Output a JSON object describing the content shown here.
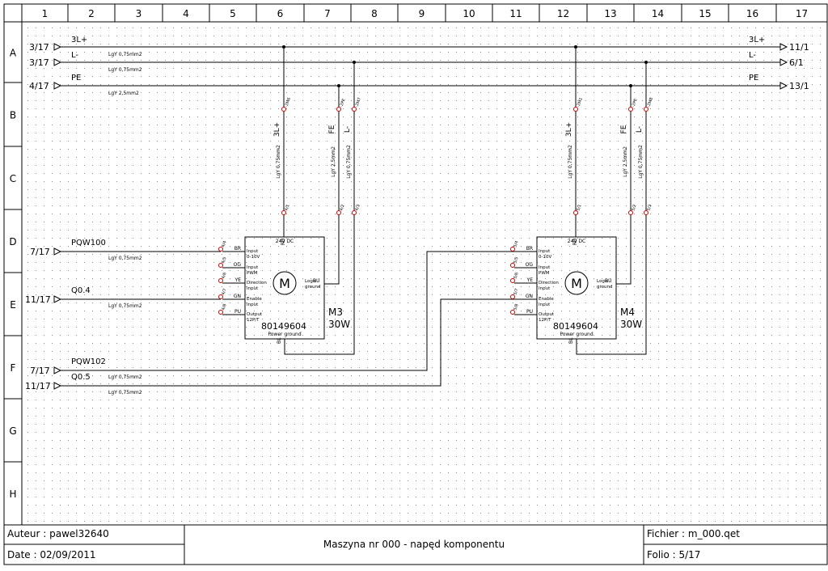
{
  "columns": [
    "1",
    "2",
    "3",
    "4",
    "5",
    "6",
    "7",
    "8",
    "9",
    "10",
    "11",
    "12",
    "13",
    "14",
    "15",
    "16",
    "17"
  ],
  "rows": [
    "A",
    "B",
    "C",
    "D",
    "E",
    "F",
    "G",
    "H"
  ],
  "rails": {
    "l3_plus": {
      "in_ref": "3/17",
      "label": "3L+",
      "out_ref": "11/1",
      "cable": "LgY 0,75mm2"
    },
    "l_minus": {
      "in_ref": "3/17",
      "label": "L-",
      "out_ref": "6/1",
      "cable": "LgY 0,75mm2"
    },
    "pe": {
      "in_ref": "4/17",
      "label": "PE",
      "out_ref": "13/1",
      "cable": "LgY 2,5mm2"
    }
  },
  "signals": [
    {
      "ref": "7/17",
      "label": "PQW100",
      "cable": "LgY 0,75mm2"
    },
    {
      "ref": "11/17",
      "label": "Q0.4",
      "cable": "LgY 0,75mm2"
    },
    {
      "ref": "7/17",
      "label": "PQW102",
      "cable": "LgY 0,75mm2"
    },
    {
      "ref": "11/17",
      "label": "Q0.5",
      "cable": "LgY 0,75mm2"
    }
  ],
  "motors": [
    {
      "tag": "M3",
      "power": "30W",
      "part": "80149604",
      "supply": "24V DC",
      "ground": "Power ground",
      "top_terminals": [
        "-2M6",
        "-2PE",
        "-2M7"
      ],
      "wire_labels": [
        "3L+",
        "FE",
        "L-"
      ],
      "wire_cables": [
        "LgY 0,75mm2",
        "LgY 2,5mm2",
        "LgY 0,75mm2"
      ],
      "bottom_terminals": [
        "4/1",
        "4/2",
        "4/3"
      ],
      "left_terminals": [
        "4/4",
        "4/5",
        "4/6",
        "4/7",
        "4/8"
      ],
      "pins": [
        "BR",
        "OG",
        "YE",
        "GN",
        "PU"
      ],
      "inputs": [
        "Input 0-10V",
        "Input PWM",
        "Direction Input",
        "Enable Input",
        "Output 12P/T"
      ],
      "right_pin": "BU",
      "right_text": "Logic ground",
      "top_pin": "RD",
      "bottom_pin": "BL"
    },
    {
      "tag": "M4",
      "power": "30W",
      "part": "80149604",
      "supply": "24V DC",
      "ground": "Power ground",
      "top_terminals": [
        "-2M1",
        "-2PE",
        "-2M8"
      ],
      "wire_labels": [
        "3L+",
        "FE",
        "L-"
      ],
      "wire_cables": [
        "LgY 0,75mm2",
        "LgY 2,5mm2",
        "LgY 0,75mm2"
      ],
      "bottom_terminals": [
        "5/1",
        "5/2",
        "5/3"
      ],
      "left_terminals": [
        "5/4",
        "5/5",
        "5/6",
        "5/7",
        "5/8"
      ],
      "pins": [
        "BR",
        "OG",
        "YE",
        "GN",
        "PU"
      ],
      "inputs": [
        "Input 0-10V",
        "Input PWM",
        "Direction Input",
        "Enable Input",
        "Output 12P/T"
      ],
      "right_pin": "BU",
      "right_text": "Logic ground",
      "top_pin": "RD",
      "bottom_pin": "BL"
    }
  ],
  "titleblock": {
    "author": "Auteur : pawel32640",
    "date": "Date : 02/09/2011",
    "title": "Maszyna nr 000 - napęd komponentu",
    "file": "Fichier : m_000.qet",
    "folio": "Folio : 5/17"
  },
  "colors": {
    "line": "#000000",
    "terminal": "#cc0000",
    "grid_dot": "#888888"
  }
}
